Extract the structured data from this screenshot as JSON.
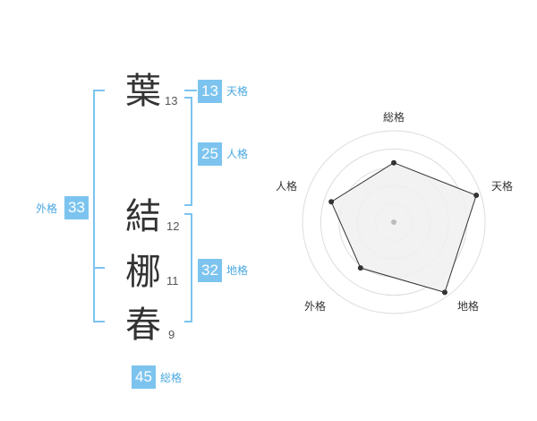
{
  "name": {
    "characters": [
      {
        "char": "葉",
        "strokes": "13"
      },
      {
        "char": "結",
        "strokes": "12"
      },
      {
        "char": "梛",
        "strokes": "11"
      },
      {
        "char": "春",
        "strokes": "9"
      }
    ]
  },
  "fortunes": {
    "tenkaku": {
      "value": "13",
      "label": "天格"
    },
    "jinkaku": {
      "value": "25",
      "label": "人格"
    },
    "chikaku": {
      "value": "32",
      "label": "地格"
    },
    "gaikaku": {
      "value": "33",
      "label": "外格"
    },
    "soukaku": {
      "value": "45",
      "label": "総格"
    }
  },
  "colors": {
    "accent": "#7cc4ef",
    "bracket": "#7cc4ef",
    "radar_fill": "#f0f0f0",
    "radar_stroke": "#333333",
    "grid": "#dddddd"
  },
  "chart_data": {
    "type": "radar",
    "axes": [
      "総格",
      "天格",
      "地格",
      "外格",
      "人格"
    ],
    "values": [
      0.65,
      0.95,
      0.95,
      0.62,
      0.72
    ],
    "rings": 5
  }
}
